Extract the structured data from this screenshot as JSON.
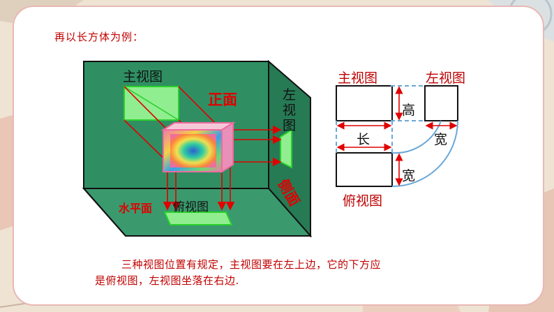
{
  "intro_text": "再以长方体为例：",
  "box_labels": {
    "front_view": "主视图",
    "front_face": "正面",
    "left_view_chars": [
      "左",
      "视",
      "图"
    ],
    "side_face": "侧面",
    "horizontal_face": "水平面",
    "top_view": "俯视图"
  },
  "views_diagram": {
    "front_view_title": "主视图",
    "left_view_title": "左视图",
    "top_view_title": "俯视图",
    "height_label": "高",
    "length_label": "长",
    "width_label_right": "宽",
    "width_label_bottom": "宽"
  },
  "caption": {
    "line1": "三种视图位置有规定，主视图要在左上边，它的下方应",
    "line2": "是俯视图，左视图坐落在右边."
  },
  "colors": {
    "accent_red": "#c00000",
    "box_green": "#2f8f63",
    "box_green_dark": "#1f6b47",
    "view_green": "#90ee90",
    "arc_blue": "#6aa8d8"
  }
}
